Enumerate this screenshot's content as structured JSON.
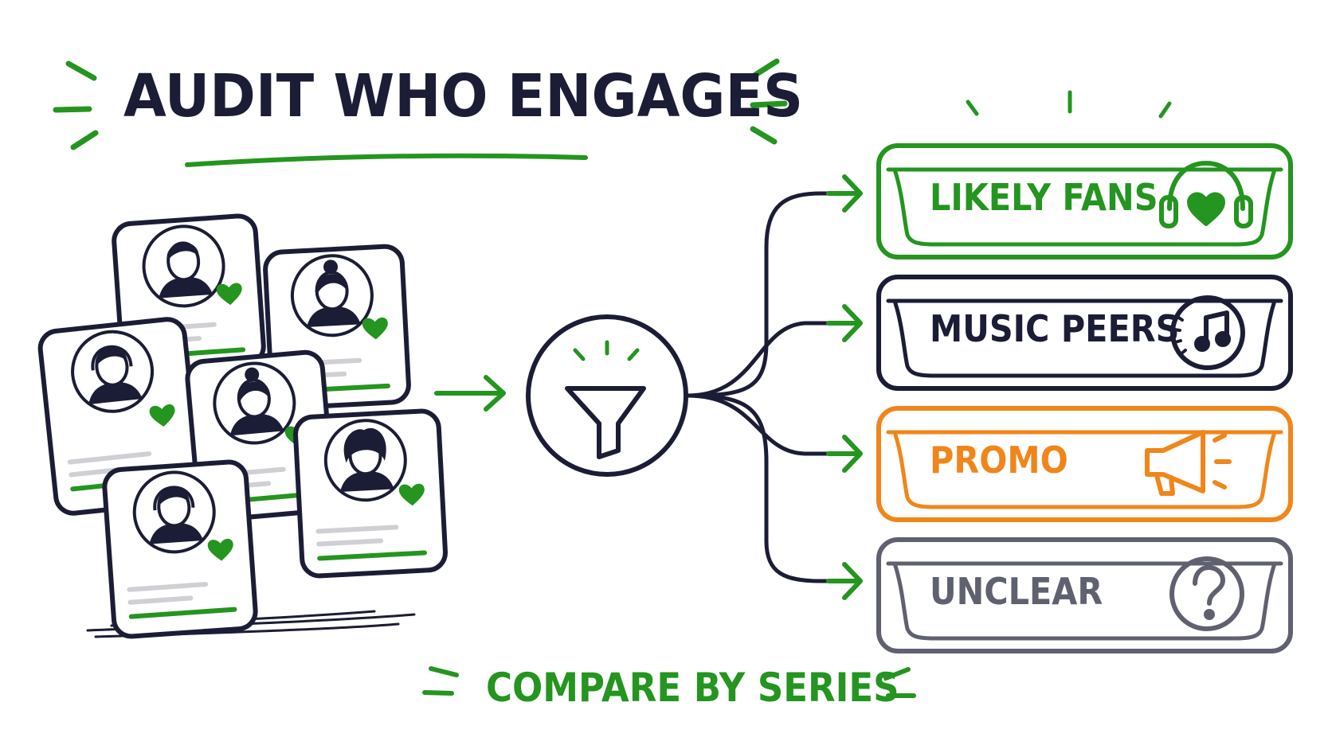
{
  "title": "AUDIT WHO ENGAGES",
  "footer": "COMPARE BY SERIES",
  "colors": {
    "ink": "#1b1d36",
    "green": "#24951f",
    "orange": "#f0861b",
    "gray": "#5f6070"
  },
  "filter": {
    "icon": "funnel-icon"
  },
  "categories": [
    {
      "label": "LIKELY FANS",
      "icon": "headphones-heart-icon",
      "color": "#24951f"
    },
    {
      "label": "MUSIC PEERS",
      "icon": "music-note-icon",
      "color": "#1b1d36"
    },
    {
      "label": "PROMO",
      "icon": "megaphone-icon",
      "color": "#f0861b"
    },
    {
      "label": "UNCLEAR",
      "icon": "question-icon",
      "color": "#5f6070"
    }
  ]
}
